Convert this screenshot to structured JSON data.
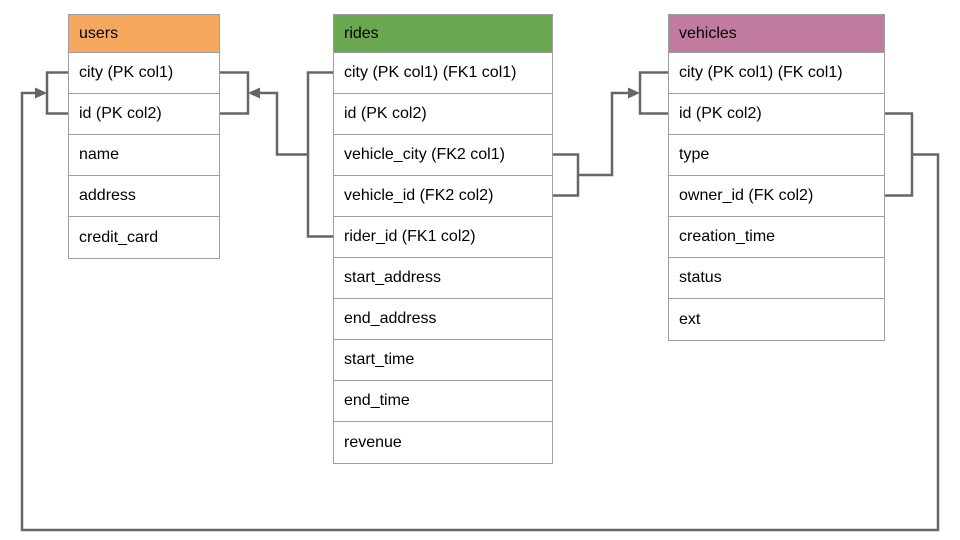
{
  "diagram": {
    "type": "database-schema-er-diagram",
    "connector_color": "#666666",
    "table_border_color": "#9E9E9E",
    "tables": [
      {
        "name": "users",
        "header_color": "#F6A85E",
        "columns": [
          "city (PK col1)",
          "id (PK col2)",
          "name",
          "address",
          "credit_card"
        ]
      },
      {
        "name": "rides",
        "header_color": "#6AA84F",
        "columns": [
          "city (PK col1) (FK1 col1)",
          "id (PK col2)",
          "vehicle_city (FK2 col1)",
          "vehicle_id (FK2 col2)",
          "rider_id (FK1 col2)",
          "start_address",
          "end_address",
          "start_time",
          "end_time",
          "revenue"
        ]
      },
      {
        "name": "vehicles",
        "header_color": "#C27BA0",
        "columns": [
          "city (PK col1) (FK col1)",
          "id (PK col2)",
          "type",
          "owner_id (FK col2)",
          "creation_time",
          "status",
          "ext"
        ]
      }
    ],
    "relationships": [
      {
        "name": "rides-fk1-users",
        "from_table": "rides",
        "from_columns": [
          "city (PK col1) (FK1 col1)",
          "rider_id (FK1 col2)"
        ],
        "to_table": "users",
        "to_columns": [
          "city (PK col1)",
          "id (PK col2)"
        ]
      },
      {
        "name": "rides-fk2-vehicles",
        "from_table": "rides",
        "from_columns": [
          "vehicle_city (FK2 col1)",
          "vehicle_id (FK2 col2)"
        ],
        "to_table": "vehicles",
        "to_columns": [
          "city (PK col1) (FK col1)",
          "id (PK col2)"
        ]
      },
      {
        "name": "vehicles-fk-users",
        "from_table": "vehicles",
        "from_columns": [
          "id (PK col2)",
          "owner_id (FK col2)"
        ],
        "to_table": "users",
        "to_columns": [
          "city (PK col1)",
          "id (PK col2)"
        ]
      }
    ]
  }
}
